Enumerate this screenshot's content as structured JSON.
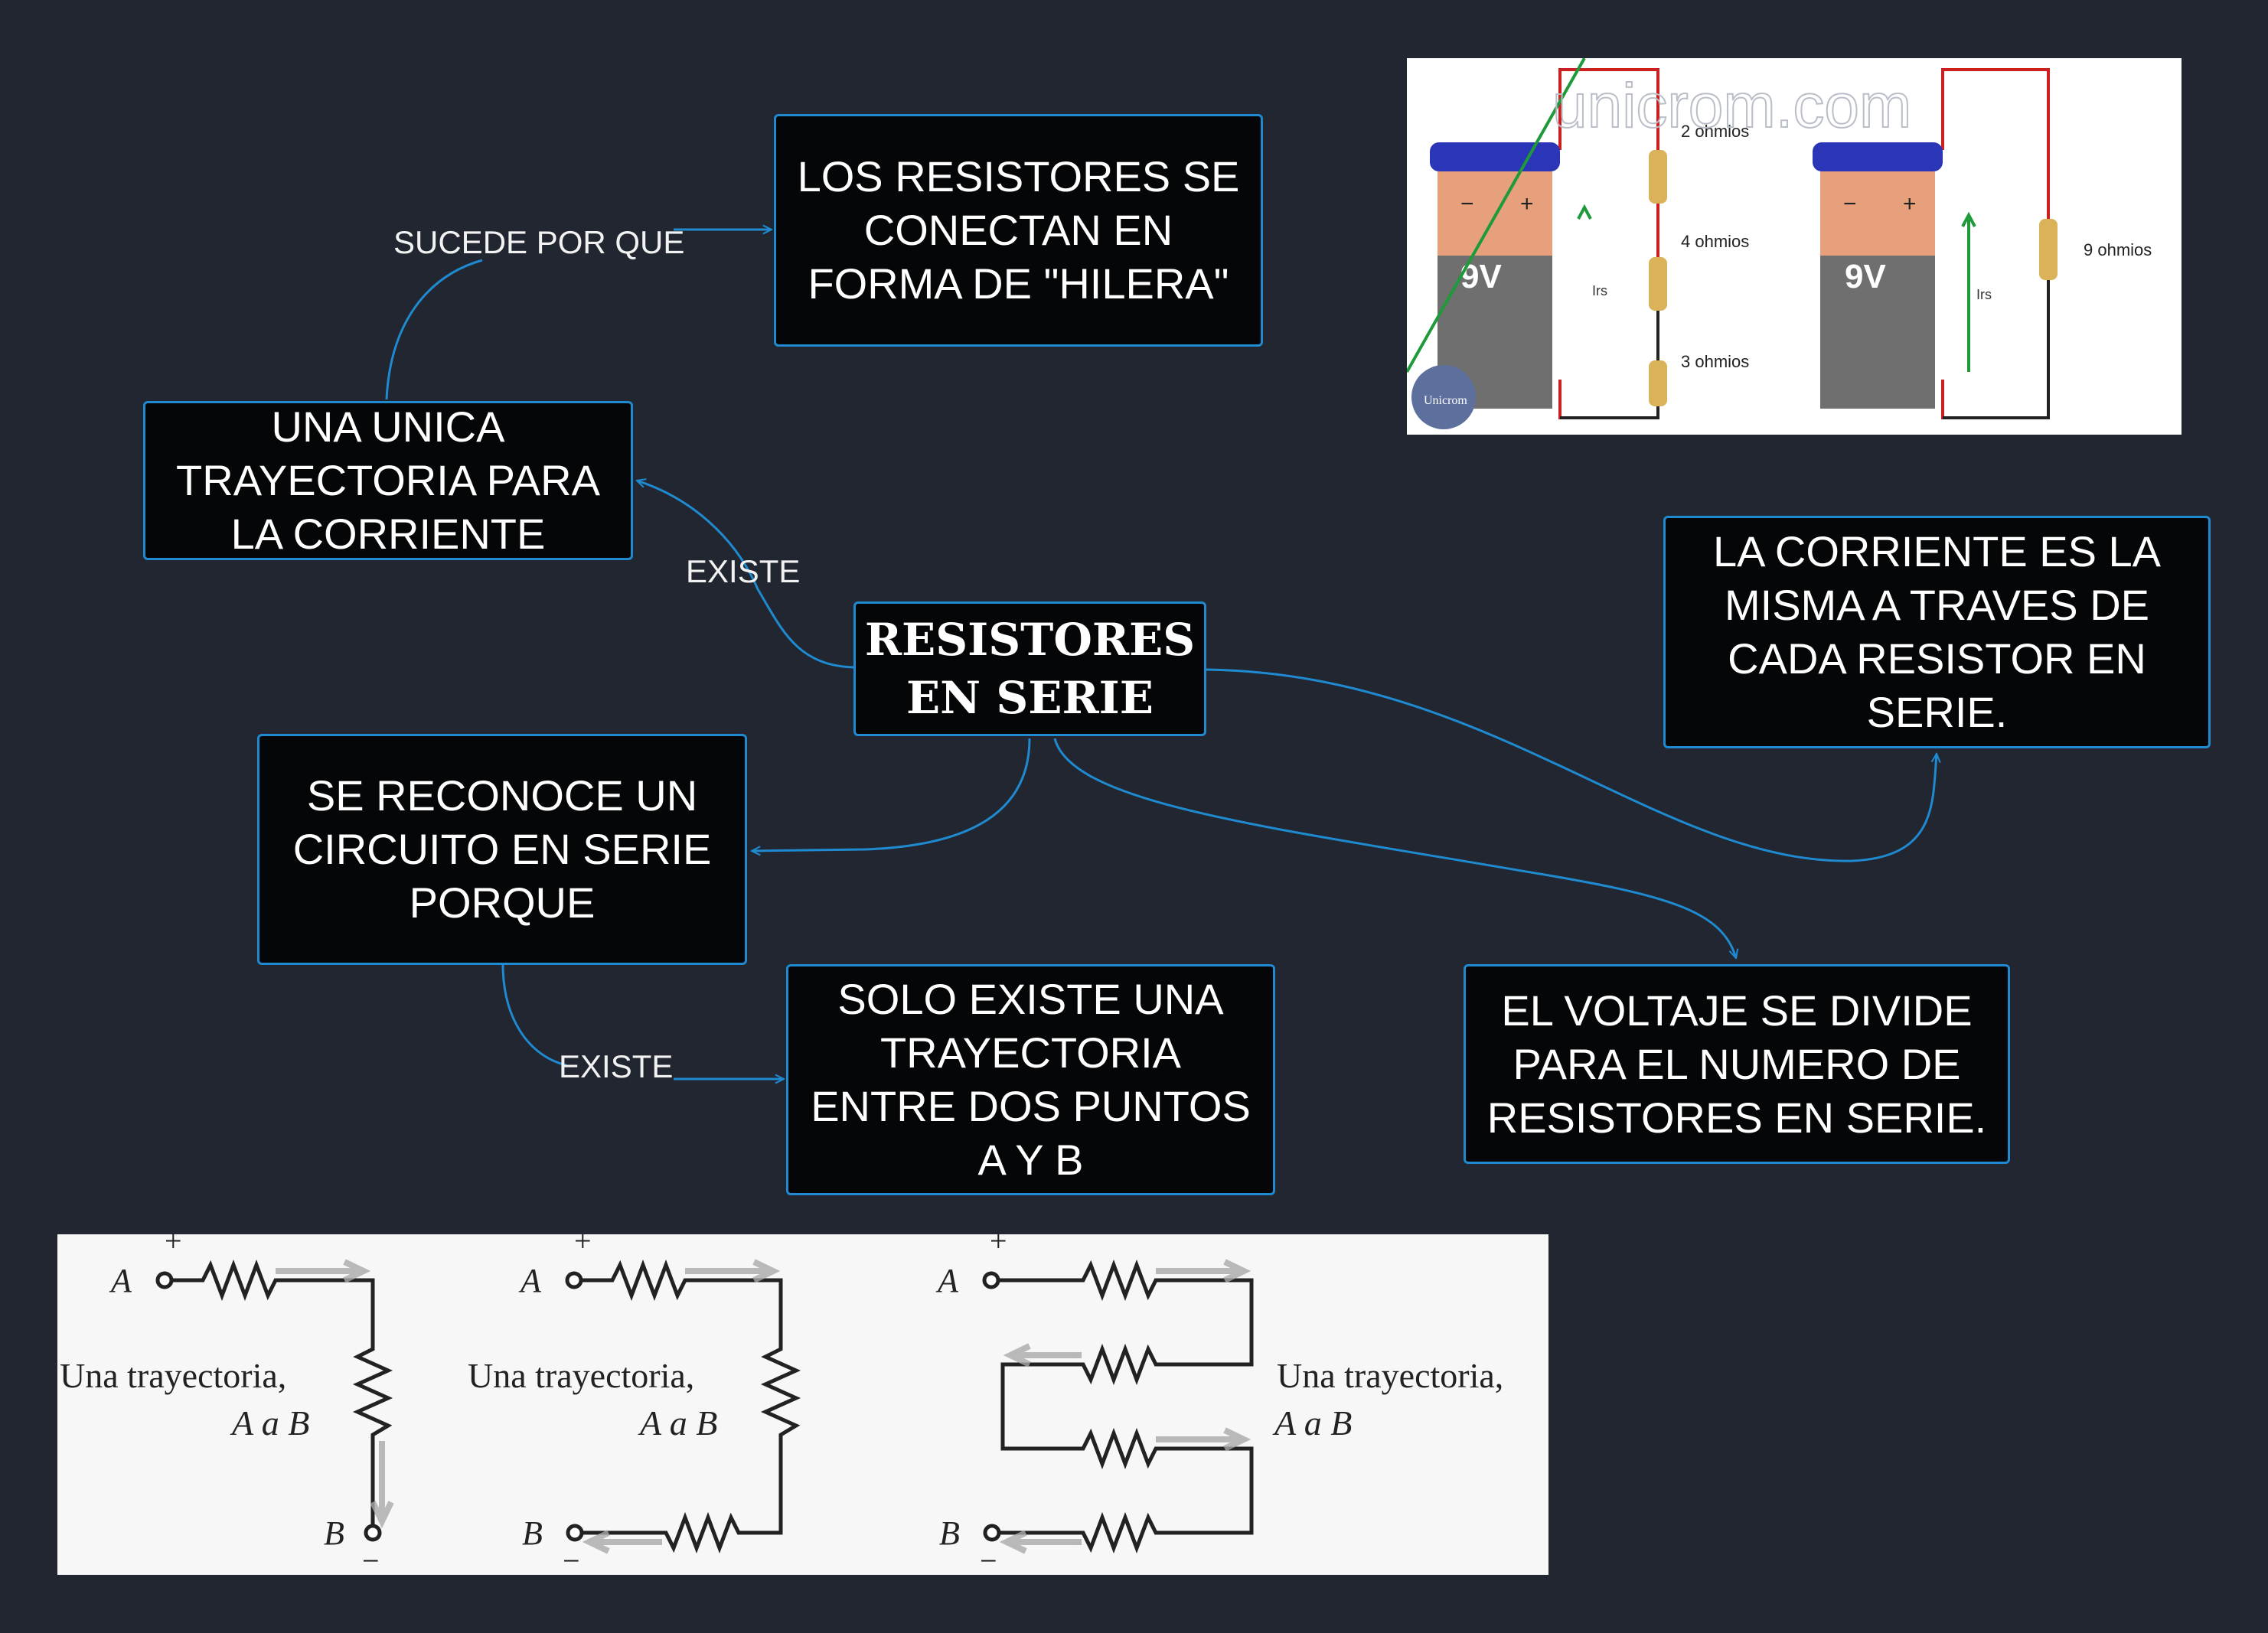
{
  "colors": {
    "background": "#212630",
    "node_fill": "#050607",
    "node_border": "#1f8ad0",
    "connector": "#1f8ad0",
    "text": "#ffffff"
  },
  "nodes": {
    "central": "RESISTORES\nEN SERIE",
    "hilera": "LOS RESISTORES SE\nCONECTAN EN\nFORMA DE \"HILERA\"",
    "trayectoria": "UNA UNICA\nTRAYECTORIA PARA\nLA CORRIENTE",
    "corriente": "LA CORRIENTE ES LA\nMISMA A TRAVES DE\nCADA RESISTOR EN\nSERIE.",
    "reconoce": "SE RECONOCE UN\nCIRCUITO EN SERIE\nPORQUE",
    "solo_existe": "SOLO EXISTE UNA\nTRAYECTORIA\nENTRE DOS PUNTOS\nA Y B",
    "voltaje": "EL VOLTAJE SE DIVIDE\nPARA EL NUMERO DE\nRESISTORES EN SERIE."
  },
  "edge_labels": {
    "sucede": "SUCEDE POR QUE",
    "existe_top": "EXISTE",
    "existe_bottom": "EXISTE"
  },
  "battery_image": {
    "watermark": "unicrom.com",
    "battery_label": "9V",
    "current_label": "Irs",
    "resistor_labels": [
      "2 ohmios",
      "4 ohmios",
      "3 ohmios"
    ],
    "single_resistor_label": "9 ohmios",
    "logo_text": "Unicrom"
  },
  "paths_image": {
    "caption_line1": "Una trayectoria,",
    "caption_line2": "A a B",
    "point_a": "A",
    "point_b": "B",
    "plus": "+",
    "minus": "−"
  }
}
